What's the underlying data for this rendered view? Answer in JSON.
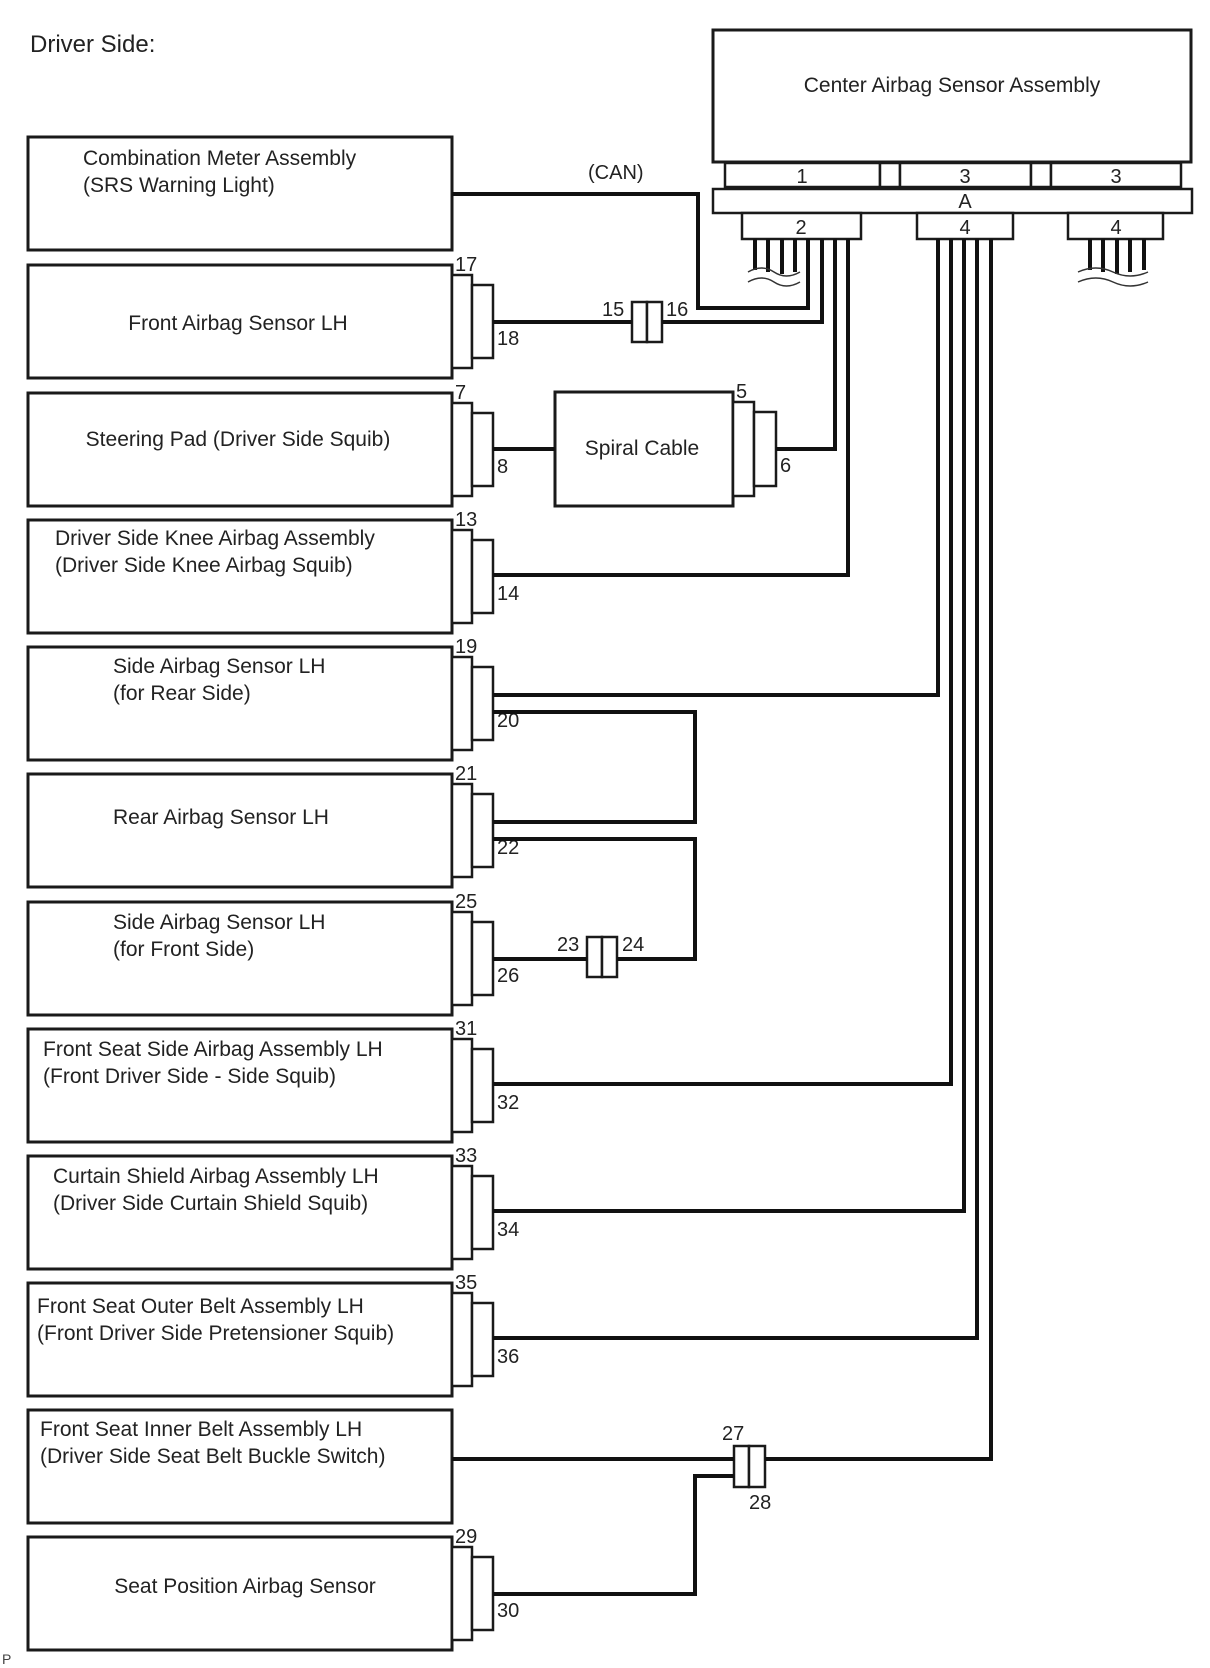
{
  "title": "Driver Side:",
  "center_assembly": {
    "label": "Center Airbag Sensor Assembly",
    "top_connectors": [
      "1",
      "3",
      "3"
    ],
    "bus_label": "A",
    "bottom_connectors": [
      "2",
      "4",
      "4"
    ]
  },
  "can_label": "(CAN)",
  "components": [
    {
      "id": "combination-meter",
      "lines": [
        "Combination Meter Assembly",
        "(SRS Warning Light)"
      ],
      "pins": []
    },
    {
      "id": "front-airbag-sensor-lh",
      "lines": [
        "Front Airbag Sensor LH"
      ],
      "pins": [
        "17",
        "18"
      ]
    },
    {
      "id": "steering-pad",
      "lines": [
        "Steering Pad (Driver Side Squib)"
      ],
      "pins": [
        "7",
        "8"
      ]
    },
    {
      "id": "driver-knee-airbag",
      "lines": [
        "Driver Side Knee Airbag Assembly",
        "(Driver Side Knee Airbag Squib)"
      ],
      "pins": [
        "13",
        "14"
      ]
    },
    {
      "id": "side-airbag-sensor-rear",
      "lines": [
        "Side Airbag Sensor LH",
        "(for Rear Side)"
      ],
      "pins": [
        "19",
        "20"
      ]
    },
    {
      "id": "rear-airbag-sensor-lh",
      "lines": [
        "Rear Airbag Sensor LH"
      ],
      "pins": [
        "21",
        "22"
      ]
    },
    {
      "id": "side-airbag-sensor-front",
      "lines": [
        "Side Airbag Sensor LH",
        "(for Front Side)"
      ],
      "pins": [
        "25",
        "26"
      ]
    },
    {
      "id": "front-seat-side-airbag",
      "lines": [
        "Front Seat Side Airbag Assembly LH",
        "(Front Driver Side - Side Squib)"
      ],
      "pins": [
        "31",
        "32"
      ]
    },
    {
      "id": "curtain-shield-airbag",
      "lines": [
        "Curtain Shield Airbag Assembly LH",
        "(Driver Side Curtain Shield Squib)"
      ],
      "pins": [
        "33",
        "34"
      ]
    },
    {
      "id": "front-seat-outer-belt",
      "lines": [
        "Front Seat Outer Belt Assembly LH",
        "(Front Driver Side Pretensioner Squib)"
      ],
      "pins": [
        "35",
        "36"
      ]
    },
    {
      "id": "front-seat-inner-belt",
      "lines": [
        "Front Seat Inner Belt Assembly LH",
        "(Driver Side Seat Belt Buckle Switch)"
      ],
      "pins": []
    },
    {
      "id": "seat-position-sensor",
      "lines": [
        "Seat Position Airbag Sensor"
      ],
      "pins": [
        "29",
        "30"
      ]
    }
  ],
  "spiral_cable": {
    "label": "Spiral Cable",
    "pins": [
      "5",
      "6"
    ]
  },
  "junctions": [
    {
      "id": "j-15-16",
      "pins": [
        "15",
        "16"
      ]
    },
    {
      "id": "j-23-24",
      "pins": [
        "23",
        "24"
      ]
    },
    {
      "id": "j-27-28",
      "pins": [
        "27",
        "28"
      ]
    }
  ],
  "footer_mark": "P"
}
